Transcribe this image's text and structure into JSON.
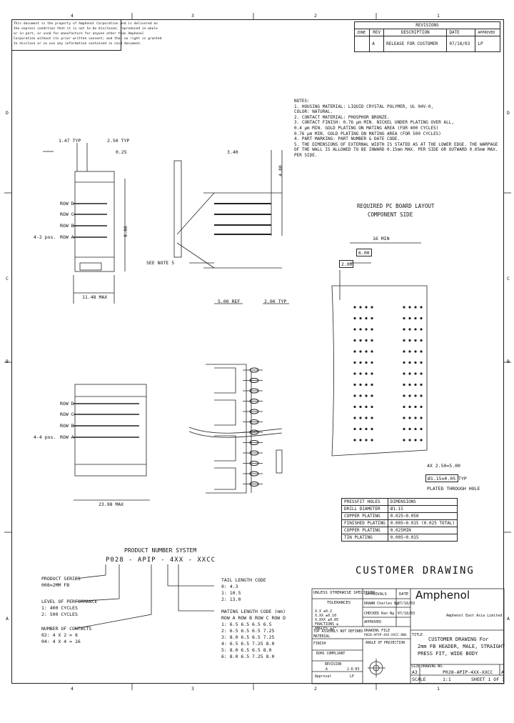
{
  "border": {
    "top_zones": [
      "4",
      "3",
      "2",
      "1"
    ],
    "bottom_zones": [
      "4",
      "3",
      "2",
      "1"
    ],
    "left_zones": [
      "D",
      "C",
      "B",
      "A"
    ],
    "right_zones": [
      "D",
      "C",
      "B",
      "A"
    ]
  },
  "proprietary_note": [
    "This document is the property of Amphenol Corporation and is delivered on",
    "the express condition that it is not to be disclosed, reproduced in whole",
    "or in part, or used for manufacture for anyone other than Amphenol",
    "Corporation without its prior written consent; and that no right is granted",
    "to disclose or so use any information contained in said document."
  ],
  "revisions": {
    "title": "REVISIONS",
    "headers": [
      "ZONE",
      "REV",
      "DESCRIPTION",
      "DATE",
      "APPROVED"
    ],
    "rows": [
      [
        "",
        "A",
        "RELEASE FOR CUSTOMER",
        "07/18/03",
        "LP"
      ]
    ]
  },
  "notes": {
    "title": "NOTES:",
    "lines": [
      "1. HOUSING MATERIAL: LIQUID CRYSTAL POLYMER, UL 94V-0,",
      "   COLOR: NATURAL.",
      "2. CONTACT MATERIAL: PHOSPHOR BRONZE.",
      "3. CONTACT FINISH:  0.76 μm MIN. NICKEL UNDER PLATING OVER ALL,",
      "                    0.4 μm MIN. GOLD PLATING ON MATING AREA (FOR 400 CYCLES)",
      "                    0.76 μm MIN. GOLD PLATING ON MATING AREA (FOR 500 CYCLES)",
      "4. PART MARKING: PART NUMBER & DATE CODE.",
      "5. THE DIMENSIONS OF EXTERNAL WIDTH IS STATED AS AT THE LOWER EDGE. THE WARPAGE",
      "   OF THE WALL IS ALLOWED TO BE INWARD 0.15mm MAX. PER SIDE OR OUTWARD 0.05mm MAX.",
      "   PER SIDE."
    ]
  },
  "pcb_layout": {
    "title_line1": "REQUIRED PC BOARD LAYOUT",
    "title_line2": "COMPONENT SIDE",
    "dim_16": "16 MIN",
    "dim_600": "6.00",
    "dim_200": "2.00",
    "hole_pitch": "4X 2.50=5.00",
    "hole_callout": "Ø1.15±0.05 TYP",
    "hole_note": "PLATED THROUGH HOLE"
  },
  "dimensions": {
    "d1": "1.47 TYP",
    "d2": "2.50 TYP",
    "d3": "0.25",
    "d4": "3.40",
    "d5": "11.48 MAX",
    "d6": "5.00 REF",
    "d7": "2.00 TYP",
    "d8": "23.98 MAX",
    "d9": "8.80",
    "d10": "4.80"
  },
  "rows_view1": [
    "ROW D",
    "ROW C",
    "ROW B",
    "ROW A"
  ],
  "rows_view2": [
    "ROW D",
    "ROW C",
    "ROW B",
    "ROW A"
  ],
  "pos_label_1": "4-2 pos.",
  "pos_label_2": "4-4 pos.",
  "see_notes": "SEE NOTE 5",
  "plating_table": {
    "rows": [
      [
        "PRESSFIT HOLES",
        "DIMENSIONS"
      ],
      [
        "DRILL DIAMETER",
        "Ø1.15"
      ],
      [
        "COPPER PLATING",
        "0.025~0.050"
      ],
      [
        "FINISHED PLATING",
        "0.005~0.015 (0.025 TOTAL)"
      ],
      [
        "COPPER PLATING",
        "0.025MIN"
      ],
      [
        "TIN PLATING",
        "0.005~0.015"
      ]
    ]
  },
  "pns": {
    "title": "PRODUCT NUMBER SYSTEM",
    "pn": "P028 - APIP - 4XX - XXCC",
    "series_label": "PRODUCT SERIES",
    "series_value": "008=2MM FB",
    "perf_label": "LEVEL OF PERFORMANCE",
    "perf_values": [
      "1: 400 CYCLES",
      "2: 500 CYCLES"
    ],
    "contacts_label": "NUMBER OF CONTACTS",
    "contacts_values": [
      "02: 4 X 2 = 8",
      "04: 4 X 4 = 16"
    ],
    "tail_label": "TAIL LENGTH CODE",
    "tail_values": [
      "0: 4.3",
      "1: 10.5",
      "2: 13.0"
    ],
    "mating_label": "MATING LENGTH CODE (mm)",
    "mating_header": "   ROW A  ROW B  ROW C  ROW D",
    "mating_rows": [
      "1: 6.5   6.5   6.5   6.5",
      "2: 6.5   6.5   6.5   7.25",
      "3: 8.0   6.5   6.5   7.25",
      "4: 6.5   6.5   7.25  8.0",
      "5: 8.0   6.5   6.5   8.0",
      "6: 8.0   6.5   7.25  8.0"
    ]
  },
  "title_block": {
    "customer_drawing": "CUSTOMER DRAWING",
    "tolerance_header": "UNLESS OTHERWISE SPECIFIED",
    "tolerance_sub": "TOLERANCES",
    "tol_lines": [
      "X.X  ±0.2",
      "X.XX ±0.10",
      "X.XXX ±0.05",
      "FRACTIONS ±",
      "ANGLES ±2°"
    ],
    "approvals": "APPROVALS",
    "date": "DATE",
    "drawn": "DRAWN Charles Ng",
    "drawn_date": "07/18/03",
    "checked": "CHECKED Ken Ng",
    "checked_date": "07/18/03",
    "approved": "APPROVED",
    "drawing_file": "DRAWING FILE",
    "drawing_file_value": "P028-APIP-4XX-XXCC.DWG",
    "materials_note": "TOP ASSEMBLY NOT DEFINED",
    "material_label": "MATERIAL",
    "finish_label": "FINISH",
    "angle_label": "ANGLE OF PROJECTION",
    "reuse_label": "ROHS COMPLIANT",
    "rev_label": "REVISION",
    "sign_a": "A",
    "sign_b": "1-6-03",
    "sign_c": "Approval",
    "sign_d": "LP",
    "logo": "Amphenol",
    "company": "Amphenol East Asia Limited",
    "title_label": "TITLE",
    "title_lines": [
      "CUSTOMER DRAWING For",
      "2mm FB HEADER, MALE, STRAIGHT",
      "PRESS FIT, WIDE BODY"
    ],
    "size_label": "SIZE",
    "size": "A3",
    "dwg_label": "DRAWING NO.",
    "dwg_no": "P028-APIP-4XX-XXCC",
    "rev": "A",
    "scale": "SCALE",
    "scale_value": "1:1",
    "sheet": "SHEET 1 OF 1"
  }
}
